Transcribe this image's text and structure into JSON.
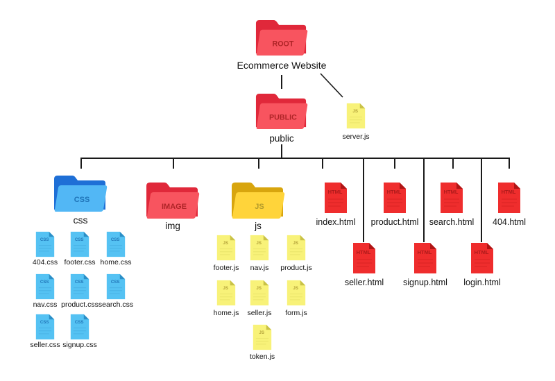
{
  "colors": {
    "folder_red_back": "#E0283A",
    "folder_red_front": "#F8545F",
    "folder_blue_back": "#1E6FD6",
    "folder_blue_front": "#52B7F5",
    "folder_yellow_back": "#D8A50E",
    "folder_yellow_front": "#FFD43A",
    "doc_red": "#EF2D2D",
    "doc_red_fold": "#B01515",
    "doc_yellow": "#F8F279",
    "doc_yellow_fold": "#C9C247",
    "doc_blue": "#55C2F3",
    "doc_blue_fold": "#2B8FC7",
    "connector": "#1a1a1a"
  },
  "root": {
    "folder_tag": "ROOT",
    "label": "Ecommerce Website"
  },
  "public": {
    "folder_tag": "PUBLIC",
    "label": "public"
  },
  "server_file": {
    "tag": "JS",
    "label": "server.js"
  },
  "folders": {
    "css": {
      "folder_tag": "CSS",
      "label": "css"
    },
    "img": {
      "folder_tag": "IMAGE",
      "label": "img"
    },
    "js": {
      "folder_tag": "JS",
      "label": "js"
    }
  },
  "css_files": [
    {
      "tag": "CSS",
      "label": "404.css"
    },
    {
      "tag": "CSS",
      "label": "footer.css"
    },
    {
      "tag": "CSS",
      "label": "home.css"
    },
    {
      "tag": "CSS",
      "label": "nav.css"
    },
    {
      "tag": "CSS",
      "label": "product.css"
    },
    {
      "tag": "CSS",
      "label": "search.css"
    },
    {
      "tag": "CSS",
      "label": "seller.css"
    },
    {
      "tag": "CSS",
      "label": "signup.css"
    }
  ],
  "js_files": [
    {
      "tag": "JS",
      "label": "footer.js"
    },
    {
      "tag": "JS",
      "label": "nav.js"
    },
    {
      "tag": "JS",
      "label": "product.js"
    },
    {
      "tag": "JS",
      "label": "home.js"
    },
    {
      "tag": "JS",
      "label": "seller.js"
    },
    {
      "tag": "JS",
      "label": "form.js"
    },
    {
      "tag": "JS",
      "label": "token.js"
    }
  ],
  "html_files_top": [
    {
      "tag": "HTML",
      "label": "index.html"
    },
    {
      "tag": "HTML",
      "label": "product.html"
    },
    {
      "tag": "HTML",
      "label": "search.html"
    },
    {
      "tag": "HTML",
      "label": "404.html"
    }
  ],
  "html_files_low": [
    {
      "tag": "HTML",
      "label": "seller.html"
    },
    {
      "tag": "HTML",
      "label": "signup.html"
    },
    {
      "tag": "HTML",
      "label": "login.html"
    }
  ]
}
